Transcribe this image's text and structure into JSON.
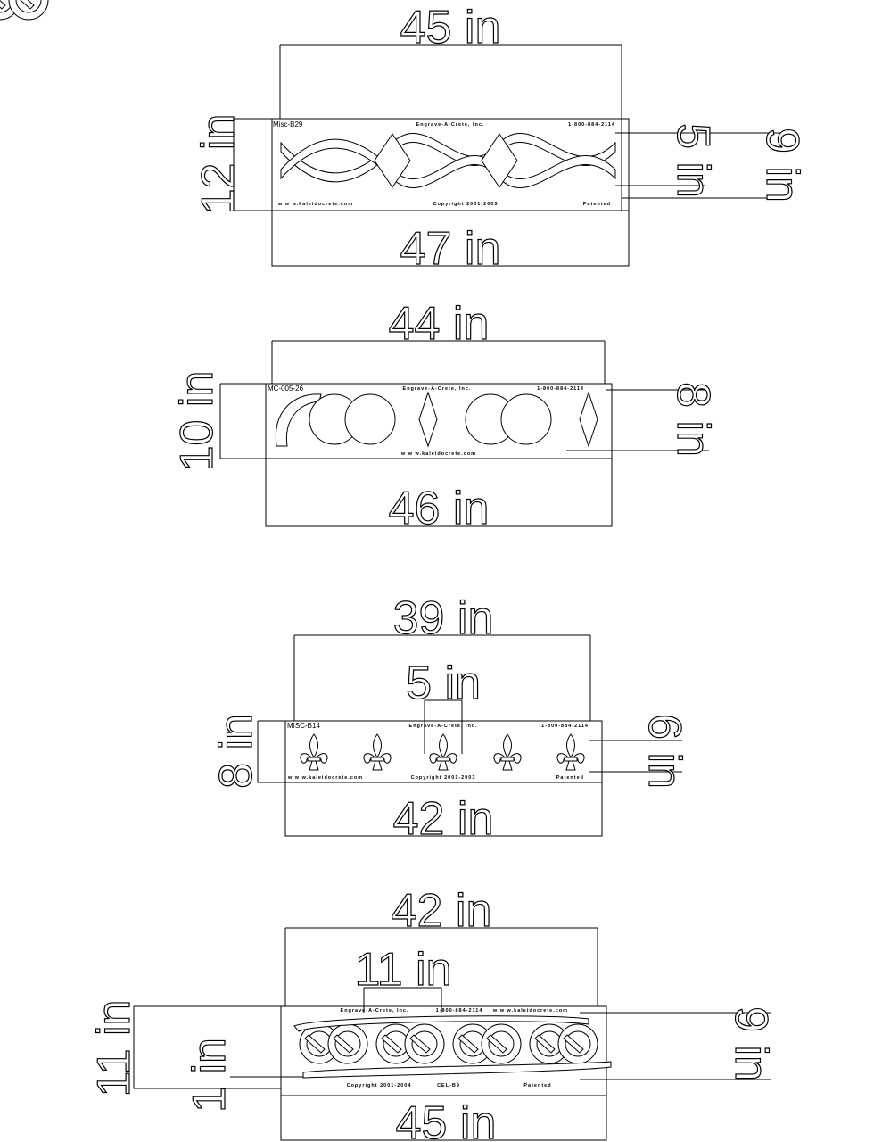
{
  "stencils": [
    {
      "code": "Misc-B29",
      "company": "Engrave-A-Crete, Inc.",
      "phone": "1-800-884-2114",
      "website": "w w w.kaleidocrete.com",
      "copyright": "Copyright 2001-2005",
      "patent": "Patented",
      "dims": {
        "top": "45 in",
        "bottom": "47 in",
        "left": "12 in",
        "right_inner": "5 in",
        "right_outer": "9 in"
      }
    },
    {
      "code": "MC-005-26",
      "company": "Engrave-A-Crete, Inc.",
      "phone": "1-800-884-2114",
      "website": "w w w.kaleidocrete.com",
      "dims": {
        "top": "44 in",
        "bottom": "46 in",
        "left": "10 in",
        "right": "8 in"
      }
    },
    {
      "code": "MISC-B14",
      "company": "Engrave-A-Crete, Inc.",
      "phone": "1-800-884-2114",
      "website": "w w w.kaleidocrete.com",
      "copyright": "Copyright 2001-2003",
      "patent": "Patented",
      "dims": {
        "top": "39 in",
        "inner_top": "5 in",
        "bottom": "42 in",
        "left": "8 in",
        "right": "6 in"
      }
    },
    {
      "code": "CEL-B9",
      "company": "Engrave-A-Crete, Inc.",
      "phone": "1-800-884-2114",
      "website": "w w w.kaleidocrete.com",
      "copyright": "Copyright 2001-2004",
      "patent": "Patented",
      "dims": {
        "top": "42 in",
        "inner_top": "11 in",
        "bottom": "45 in",
        "left_outer": "11 in",
        "left_inner": "1 in",
        "right": "9 in"
      }
    }
  ]
}
